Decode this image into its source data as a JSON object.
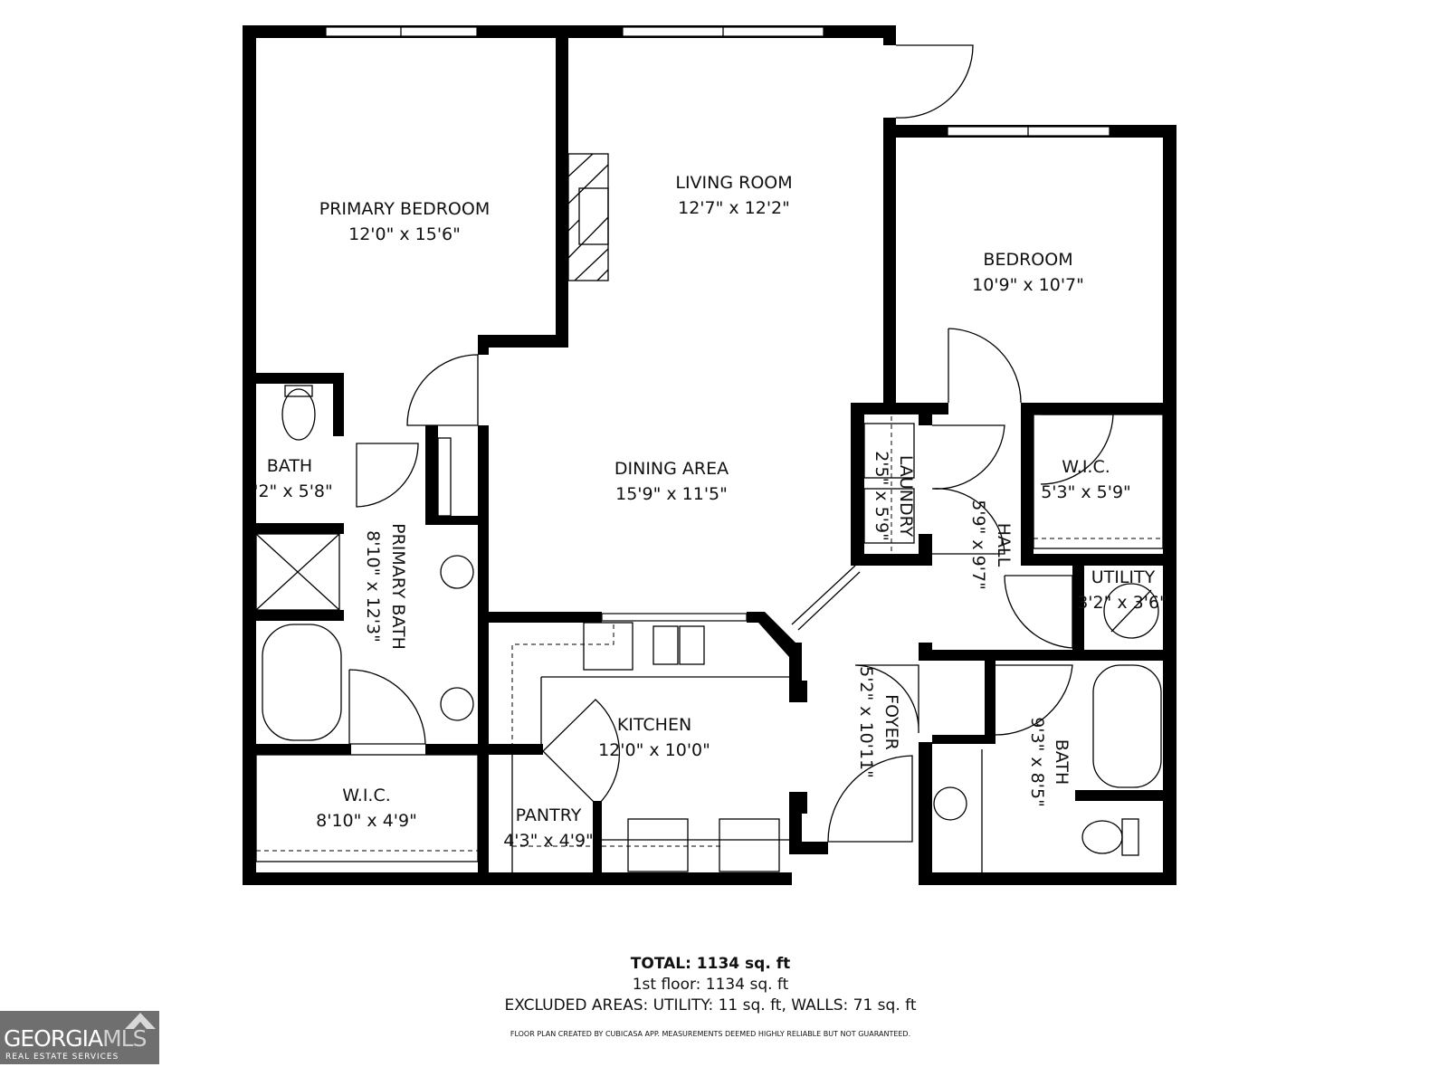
{
  "rooms": {
    "primary_bedroom": {
      "name": "PRIMARY BEDROOM",
      "size": "12'0\" x 15'6\""
    },
    "living_room": {
      "name": "LIVING ROOM",
      "size": "12'7\" x 12'2\""
    },
    "bedroom": {
      "name": "BEDROOM",
      "size": "10'9\" x 10'7\""
    },
    "bath": {
      "name": "BATH",
      "size": "'2\" x 5'8\""
    },
    "primary_bath": {
      "name": "PRIMARY BATH",
      "size": "8'10\" x 12'3\""
    },
    "dining_area": {
      "name": "DINING AREA",
      "size": "15'9\" x 11'5\""
    },
    "laundry": {
      "name": "LAUNDRY",
      "size": "2'5\" x 5'9\""
    },
    "hall": {
      "name": "HALL",
      "size": "5'9\" x 9'7\""
    },
    "wic_right": {
      "name": "W.I.C.",
      "size": "5'3\" x 5'9\""
    },
    "utility": {
      "name": "UTILITY",
      "size": "3'2\" x 3'6\""
    },
    "kitchen": {
      "name": "KITCHEN",
      "size": "12'0\" x 10'0\""
    },
    "foyer": {
      "name": "FOYER",
      "size": "5'2\" x 10'11\""
    },
    "hall_bath": {
      "name": "BATH",
      "size": "9'3\" x 8'5\""
    },
    "wic_left": {
      "name": "W.I.C.",
      "size": "8'10\" x 4'9\""
    },
    "pantry": {
      "name": "PANTRY",
      "size": "4'3\" x 4'9\""
    }
  },
  "summary": {
    "total": "TOTAL: 1134 sq. ft",
    "floor": "1st floor: 1134 sq. ft",
    "excluded": "EXCLUDED AREAS: UTILITY: 11 sq. ft, WALLS: 71 sq. ft",
    "disclaimer": "FLOOR PLAN CREATED BY CUBICASA APP. MEASUREMENTS DEEMED HIGHLY RELIABLE BUT NOT GUARANTEED."
  },
  "logo": {
    "brand": "GEORGIA",
    "brand_accent": "MLS",
    "tagline": "REAL ESTATE SERVICES"
  },
  "colors": {
    "wall": "#000000",
    "logo_bg": "#6f6f6f"
  }
}
